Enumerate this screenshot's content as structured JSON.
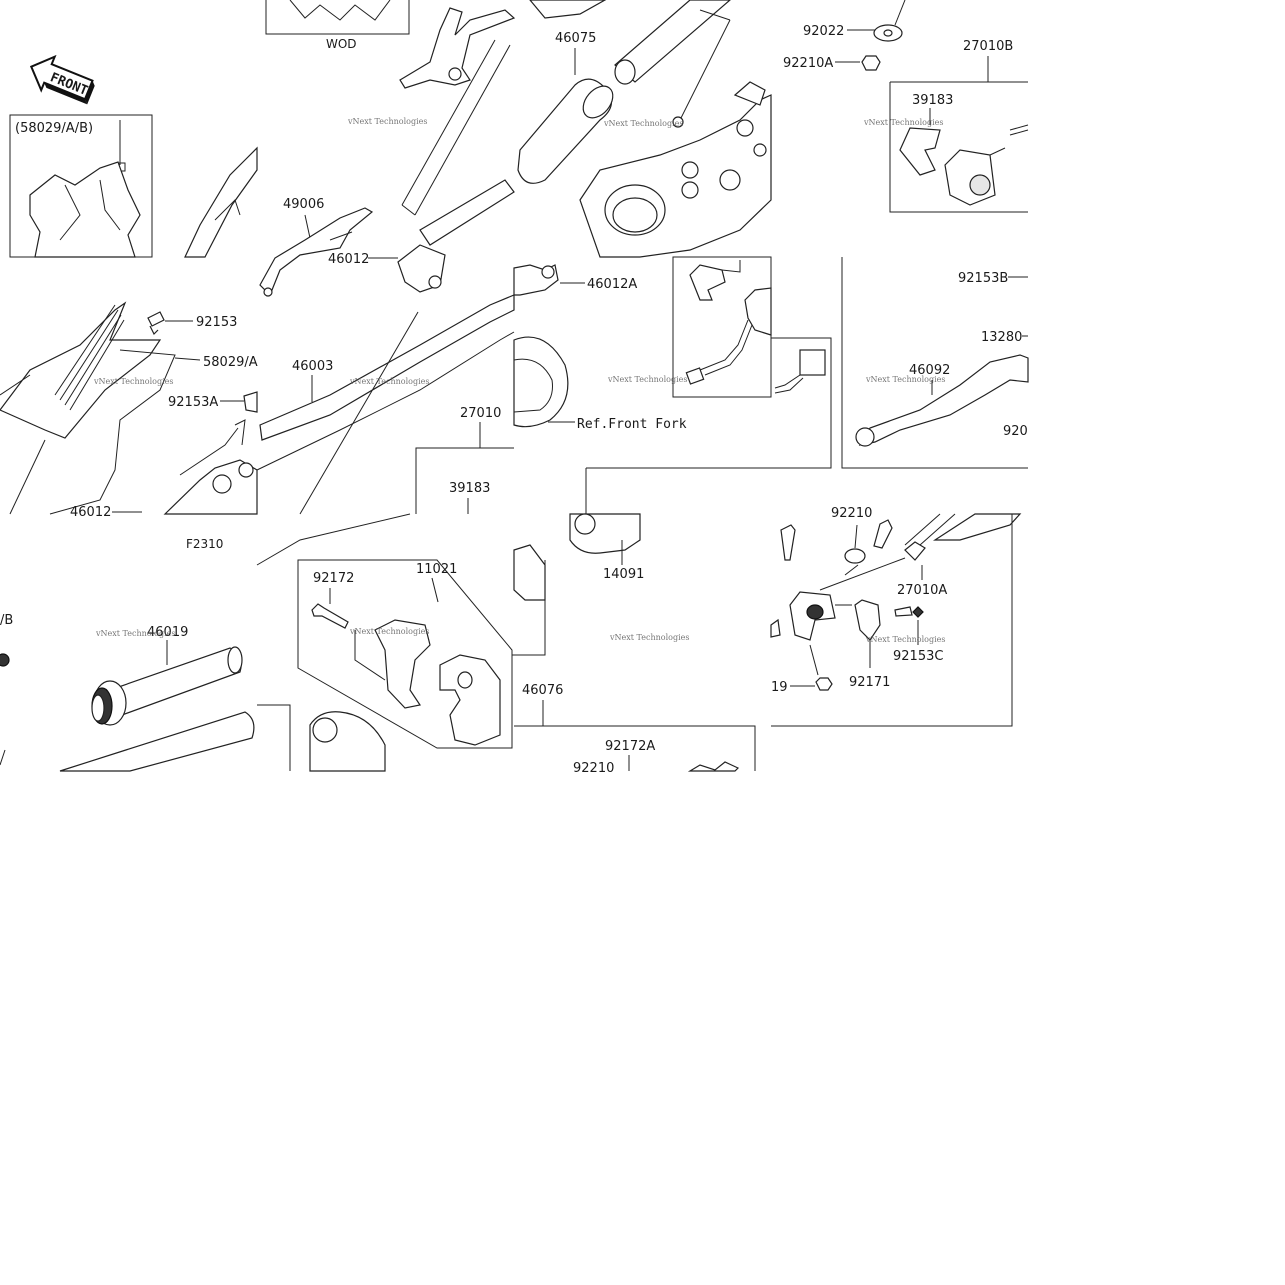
{
  "front_arrow": "FRONT",
  "variant_label": "WOD",
  "ref_label": "Ref.Front Fork",
  "figure_code": "F2310",
  "watermark": "vNext Technologies",
  "parts": {
    "p58029_paren": "(58029/A/B)",
    "p58029_a": "58029/A",
    "p58029_ab_partial": "/B",
    "p92153": "92153",
    "p92153a": "92153A",
    "p46012_left": "46012",
    "p49006": "49006",
    "p46012_mid": "46012",
    "p46003": "46003",
    "p27010": "27010",
    "p39183_mid": "39183",
    "p46075": "46075",
    "p46012a": "46012A",
    "p92022": "92022",
    "p92210a": "92210A",
    "p27010b": "27010B",
    "p39183_right": "39183",
    "p92153b": "92153B",
    "p13280": "13280",
    "p46092": "46092",
    "p920_partial": "920",
    "p46019": "46019",
    "p92172": "92172",
    "p11021": "11021",
    "p14091": "14091",
    "p46076": "46076",
    "p92172a": "92172A",
    "p92210": "92210",
    "p92210_top_partial": "92210",
    "p27010a": "27010A",
    "p92153c": "92153C",
    "p92171": "92171",
    "p19_partial": "19"
  }
}
